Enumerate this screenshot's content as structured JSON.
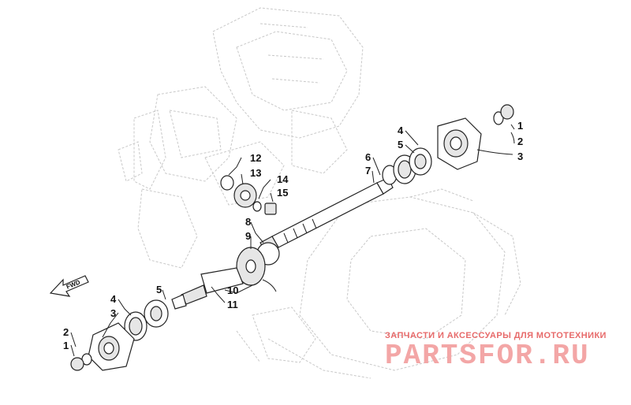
{
  "callouts": {
    "c1a": "1",
    "c2a": "2",
    "c3a": "3",
    "c4a": "4",
    "c5a": "5",
    "c6": "6",
    "c7": "7",
    "c12": "12",
    "c13": "13",
    "c14": "14",
    "c15": "15",
    "c8": "8",
    "c9": "9",
    "c10": "10",
    "c11": "11",
    "c5b": "5",
    "c4b": "4",
    "c3b": "3",
    "c2b": "2",
    "c1b": "1"
  },
  "fwd_label": "FWD",
  "watermark": {
    "caption": "ЗАПЧАСТИ И АКСЕССУАРЫ ДЛЯ МОТОТЕХНИКИ",
    "logo": "PARTSFOR.RU"
  },
  "colors": {
    "watermark_caption": "#e76a6a",
    "watermark_logo": "#f3a6a6",
    "line": "#222222",
    "ghost": "#c8c8c8"
  }
}
